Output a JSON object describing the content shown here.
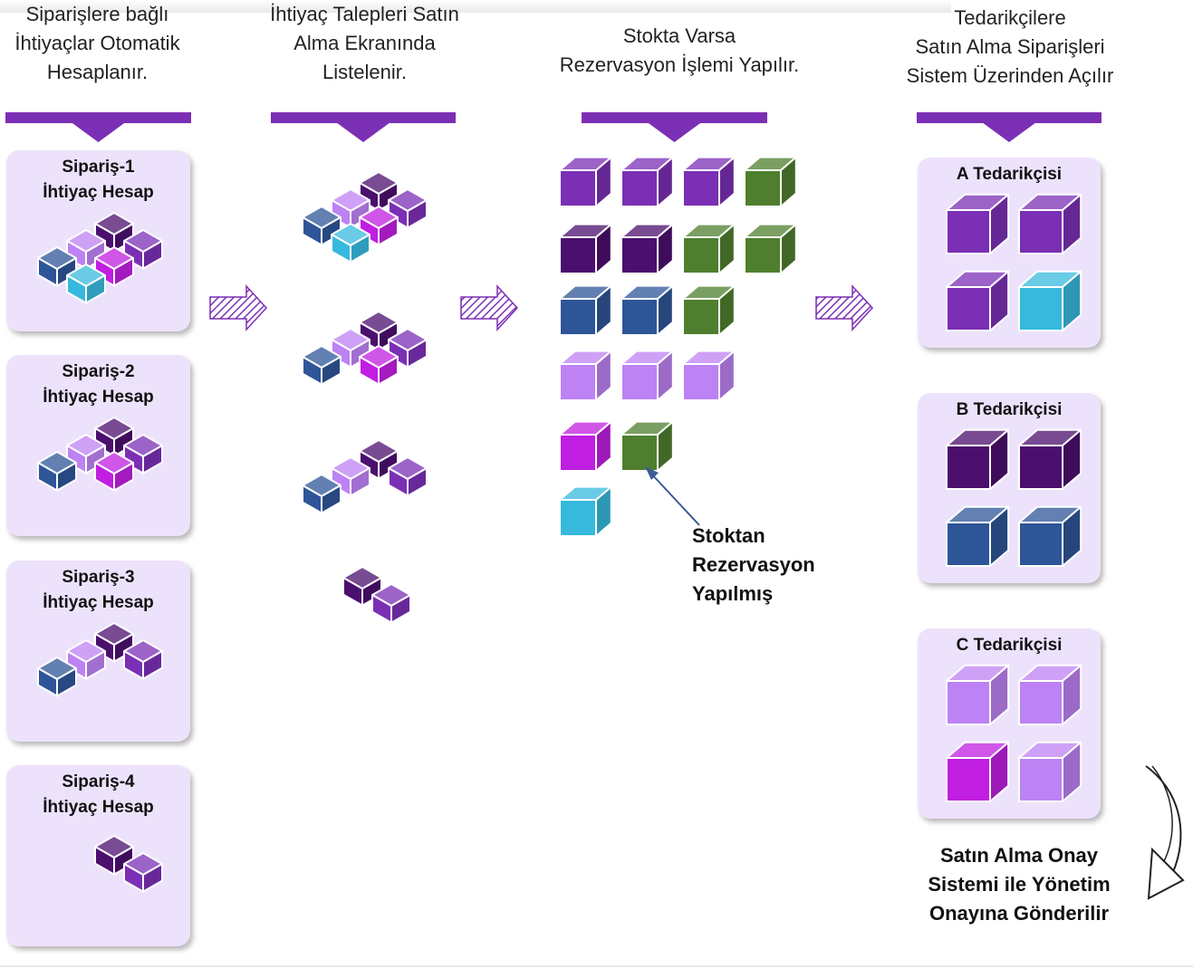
{
  "columns": [
    {
      "title_lines": [
        "Siparişlere bağlı",
        "İhtiyaçlar Otomatik",
        "Hesaplanır."
      ]
    },
    {
      "title_lines": [
        "İhtiyaç Talepleri Satın",
        "Alma Ekranında",
        "Listelenir."
      ]
    },
    {
      "title_lines": [
        "Stokta Varsa",
        "Rezervasyon İşlemi Yapılır."
      ]
    },
    {
      "title_lines": [
        "Tedarikçilere",
        "Satın Alma Siparişleri",
        "Sistem Üzerinden Açılır"
      ]
    }
  ],
  "orders": [
    {
      "name": "Sipariş-1",
      "label": "İhtiyaç Hesap"
    },
    {
      "name": "Sipariş-2",
      "label": "İhtiyaç Hesap"
    },
    {
      "name": "Sipariş-3",
      "label": "İhtiyaç Hesap"
    },
    {
      "name": "Sipariş-4",
      "label": "İhtiyaç Hesap"
    }
  ],
  "suppliers": [
    {
      "name": "A Tedarikçisi",
      "cubes": [
        "purple",
        "purple",
        "purple",
        "cyan"
      ]
    },
    {
      "name": "B Tedarikçisi",
      "cubes": [
        "dark",
        "dark",
        "blue",
        "blue"
      ]
    },
    {
      "name": "C Tedarikçisi",
      "cubes": [
        "lavender",
        "lavender",
        "magenta",
        "lavender"
      ]
    }
  ],
  "stock_rows": [
    [
      "purple",
      "purple",
      "purple",
      "green"
    ],
    [
      "dark",
      "dark",
      "green",
      "green"
    ],
    [
      "blue",
      "blue",
      "green"
    ],
    [
      "lavender",
      "lavender",
      "lavender"
    ],
    [
      "magenta",
      "green"
    ],
    [
      "cyan"
    ]
  ],
  "reservation_note": [
    "Stoktan",
    "Rezervasyon",
    "Yapılmış"
  ],
  "final_note": [
    "Satın Alma Onay",
    "Sistemi ile Yönetim",
    "Onayına Gönderilir"
  ],
  "colors": {
    "accent": "#7b2fb5",
    "card_bg": "#ede2fb",
    "dark": "#4b0f6e",
    "purple": "#7b2fb5",
    "blue": "#2e5597",
    "cyan": "#37b9dd",
    "magenta": "#c01ee0",
    "lavender": "#bd82f3",
    "green": "#4f7f2e"
  }
}
